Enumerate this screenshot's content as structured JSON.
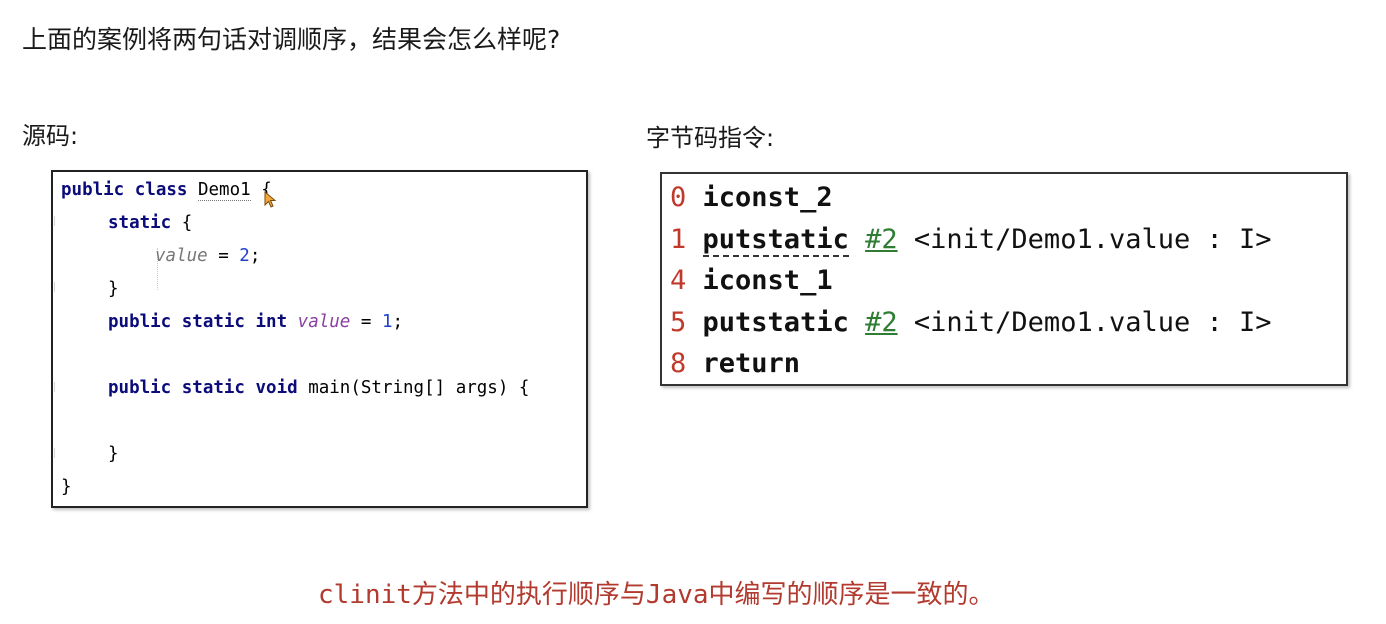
{
  "heading": "上面的案例将两句话对调顺序，结果会怎么样呢?",
  "source_label": "源码:",
  "bytecode_label": "字节码指令:",
  "source_code": {
    "l1_kw": "public class ",
    "l1_name": "Demo1",
    "l1_tail": " {",
    "l2_kw": "static",
    "l2_tail": " {",
    "l3_field": "value",
    "l3_op": " = ",
    "l3_num": "2",
    "l3_end": ";",
    "l4": "}",
    "l5_kw": "public static int ",
    "l5_field": "value",
    "l5_op": " = ",
    "l5_num": "1",
    "l5_end": ";",
    "l6_kw": "public static void ",
    "l6_tail": "main(String[] args) {",
    "l7": "}",
    "l8": "}"
  },
  "bytecode": [
    {
      "offset": "0",
      "op": "iconst_2",
      "ref": "",
      "desc": ""
    },
    {
      "offset": "1",
      "op": "putstatic",
      "ref": "#2",
      "desc": "<init/Demo1.value : I>"
    },
    {
      "offset": "4",
      "op": "iconst_1",
      "ref": "",
      "desc": ""
    },
    {
      "offset": "5",
      "op": "putstatic",
      "ref": "#2",
      "desc": "<init/Demo1.value : I>"
    },
    {
      "offset": "8",
      "op": "return",
      "ref": "",
      "desc": ""
    }
  ],
  "conclusion": "clinit方法中的执行顺序与Java中编写的顺序是一致的。",
  "colors": {
    "offset": "#c0392b",
    "ref": "#2e7d32",
    "conclusion": "#b23a2e",
    "keyword": "#0b0b7a"
  },
  "icons": {
    "cursor": "mouse-pointer-icon"
  }
}
